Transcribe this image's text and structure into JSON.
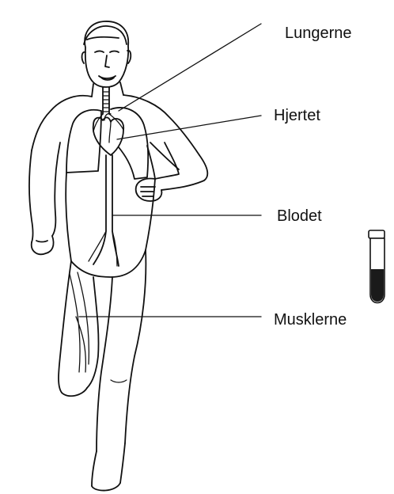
{
  "labels": {
    "lungs": "Lungerne",
    "heart": "Hjertet",
    "blood": "Blodet",
    "muscles": "Musklerne"
  },
  "colors": {
    "ink": "#111111",
    "background": "#ffffff",
    "tube_liquid": "#1a1a1a",
    "tube_glass": "#ffffff"
  },
  "icons": {
    "figure": "running-man-anatomy-icon",
    "test_tube": "blood-test-tube-icon"
  }
}
